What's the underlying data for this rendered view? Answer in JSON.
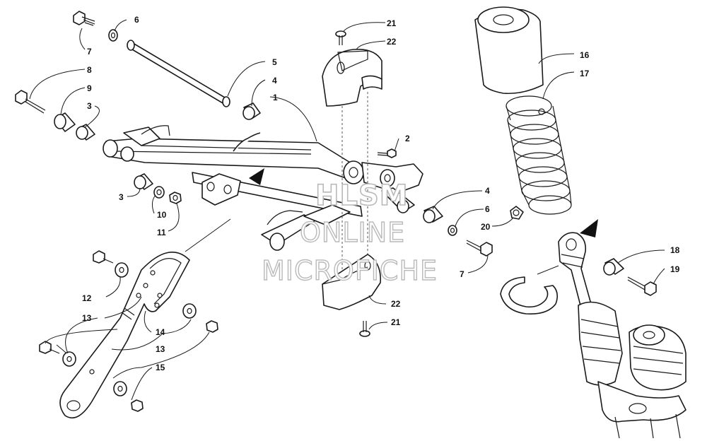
{
  "callouts": {
    "c1": "1",
    "c2": "2",
    "c3a": "3",
    "c3b": "3",
    "c4a": "4",
    "c4b": "4",
    "c5": "5",
    "c6a": "6",
    "c6b": "6",
    "c7a": "7",
    "c7b": "7",
    "c8": "8",
    "c9": "9",
    "c10": "10",
    "c11": "11",
    "c12": "12",
    "c13a": "13",
    "c13b": "13",
    "c14": "14",
    "c15": "15",
    "c16": "16",
    "c17": "17",
    "c18": "18",
    "c19": "19",
    "c20": "20",
    "c21a": "21",
    "c21b": "21",
    "c22a": "22",
    "c22b": "22"
  },
  "watermark": {
    "line1": "HLSM",
    "line2": "ONLINE",
    "line3": "MICROFICHE"
  }
}
